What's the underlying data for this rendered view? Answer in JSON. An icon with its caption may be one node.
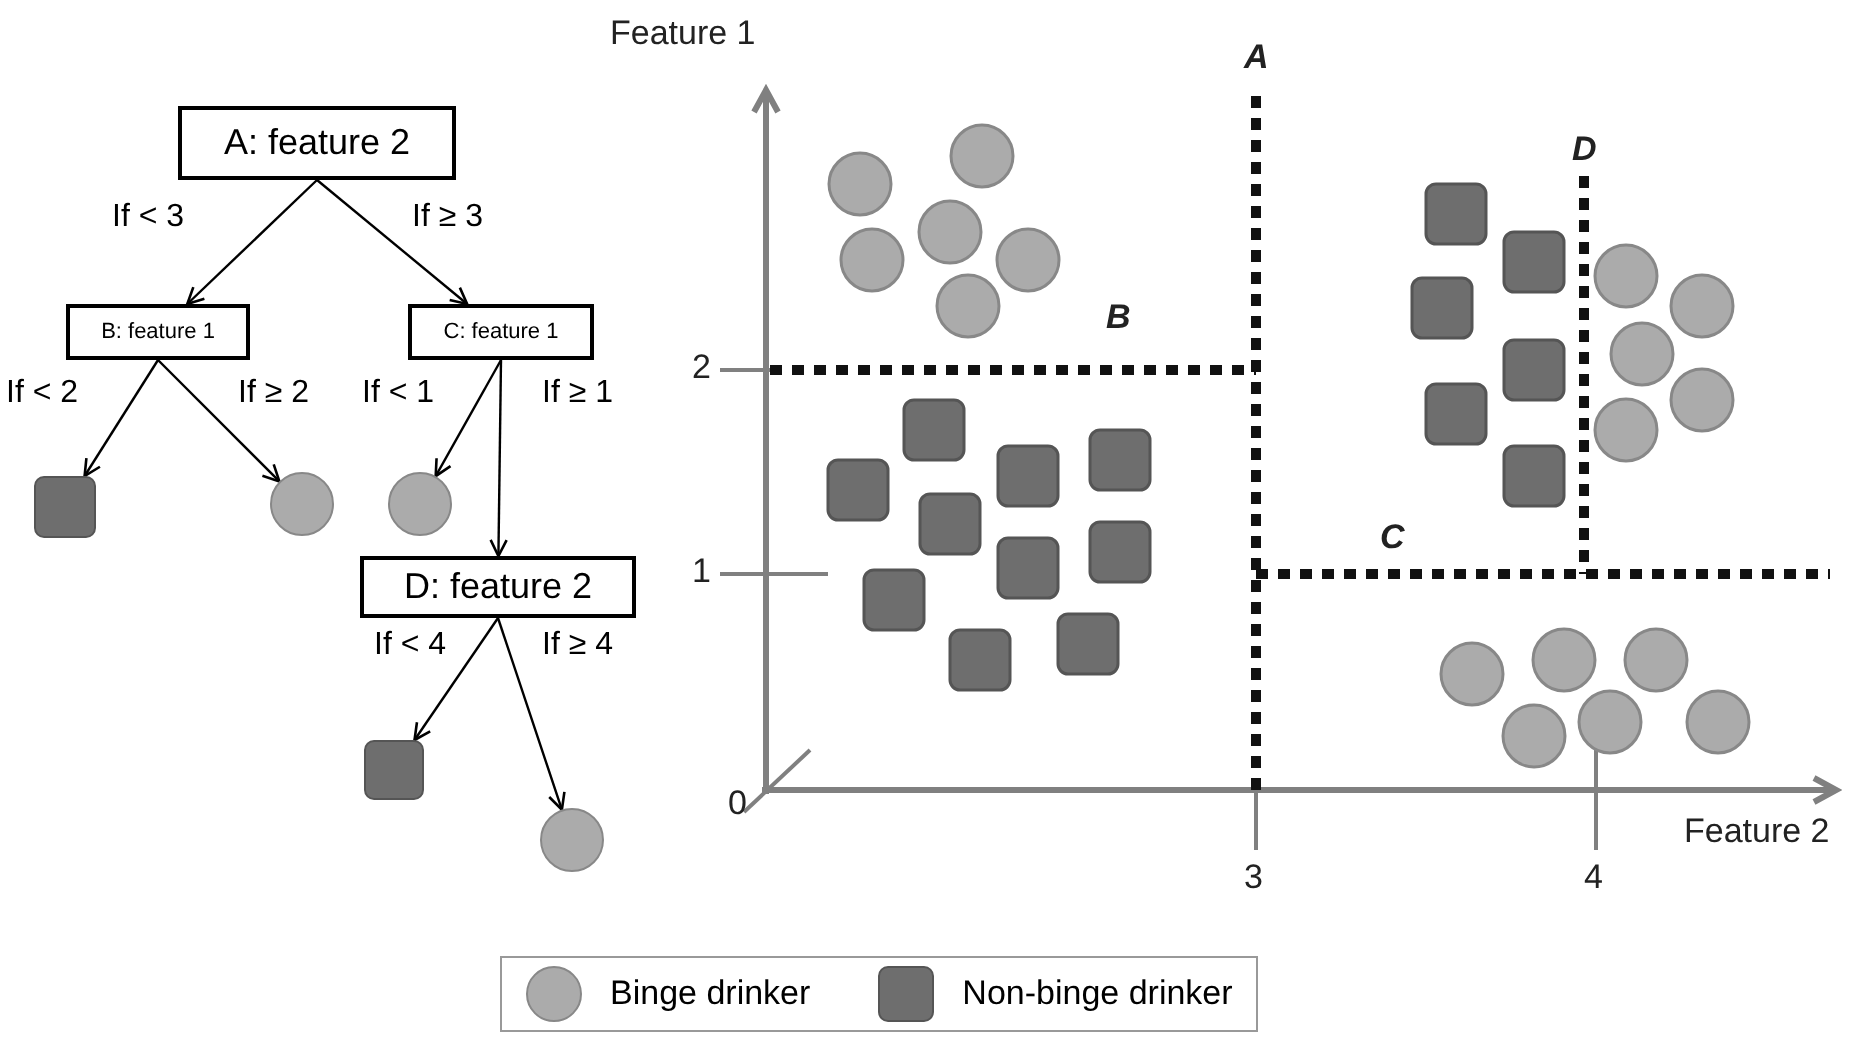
{
  "diagram": {
    "nodes": [
      {
        "text": [
          "A: feature 2"
        ]
      },
      {
        "text": [
          "B: feature 1"
        ]
      },
      {
        "text": [
          "C: feature 1"
        ]
      },
      {
        "text": [],
        "shape": "box"
      },
      {
        "text": [],
        "shape": "circle"
      },
      {
        "text": [],
        "shape": "circle"
      },
      {
        "text": [
          "D: feature 2"
        ]
      },
      {
        "text": [],
        "shape": "box"
      },
      {
        "text": [],
        "shape": "circle"
      }
    ],
    "edges": [
      {
        "from": 0,
        "to": 1,
        "arrow": "to",
        "label": "If < 3"
      },
      {
        "from": 0,
        "to": 2,
        "arrow": "to",
        "label": "If ≥ 3"
      },
      {
        "from": 1,
        "to": 3,
        "arrow": "to",
        "label": "If < 2"
      },
      {
        "from": 1,
        "to": 4,
        "arrow": "to",
        "label": "If ≥ 2"
      },
      {
        "from": 2,
        "to": 5,
        "arrow": "to",
        "label": "If < 1"
      },
      {
        "from": 2,
        "to": 6,
        "arrow": "to",
        "label": "If ≥ 1"
      },
      {
        "from": 6,
        "to": 7,
        "arrow": "to",
        "label": "If < 4"
      },
      {
        "from": 6,
        "to": 8,
        "arrow": "to",
        "label": "If ≥ 4"
      }
    ],
    "labels": [
      "Feature 1",
      "A",
      "D",
      "B",
      "2",
      "1",
      "C",
      "0",
      "Feature 2",
      "3",
      "4"
    ],
    "legend": [
      {
        "text": "Binge drinker"
      },
      {
        "text": "Non-binge drinker"
      }
    ]
  }
}
